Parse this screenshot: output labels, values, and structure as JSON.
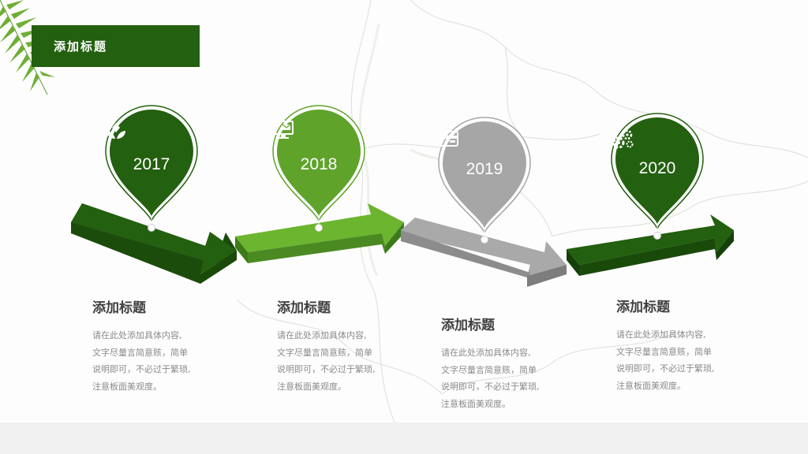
{
  "slide": {
    "title": "添加标题",
    "colors": {
      "dark_green": "#23600f",
      "light_green": "#5fa32b",
      "gray": "#a6a6a6"
    }
  },
  "timeline": [
    {
      "year": "2017",
      "icon": "flower-icon",
      "heading": "添加标题",
      "body": "请在此处添加具体内容,\n文字尽量言简意赅，简单\n说明即可，不必过于繁琐,\n注意板面美观度。"
    },
    {
      "year": "2018",
      "icon": "monitor-mail-icon",
      "heading": "添加标题",
      "body": "请在此处添加具体内容,\n文字尽量言简意赅，简单\n说明即可，不必过于繁琐,\n注意板面美观度。"
    },
    {
      "year": "2019",
      "icon": "credit-card-icon",
      "heading": "添加标题",
      "body": "请在此处添加具体内容,\n文字尽量言简意赅，简单\n说明即可，不必过于繁琐,\n注意板面美观度。"
    },
    {
      "year": "2020",
      "icon": "gears-icon",
      "heading": "添加标题",
      "body": "请在此处添加具体内容,\n文字尽量言简意赅，简单\n说明即可，不必过于繁琐,\n注意板面美观度。"
    }
  ]
}
